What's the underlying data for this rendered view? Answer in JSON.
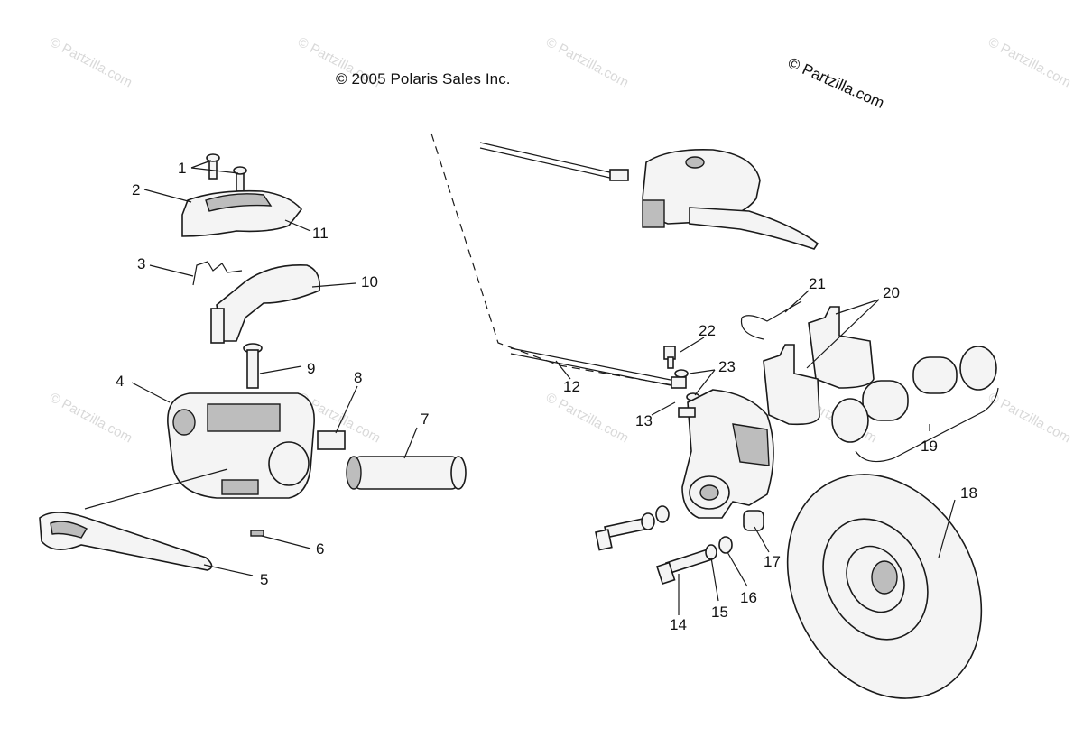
{
  "copyright": "© 2005 Polaris Sales Inc.",
  "brand": "© Partzilla.com",
  "watermark": "© Partzilla.com",
  "callouts": [
    "1",
    "2",
    "3",
    "4",
    "5",
    "6",
    "7",
    "8",
    "9",
    "10",
    "11",
    "12",
    "13",
    "14",
    "15",
    "16",
    "17",
    "18",
    "19",
    "20",
    "21",
    "22",
    "23"
  ],
  "colors": {
    "ink": "#1a1a1a",
    "fill": "#f4f4f4",
    "watermark": "#d9d9d9"
  }
}
